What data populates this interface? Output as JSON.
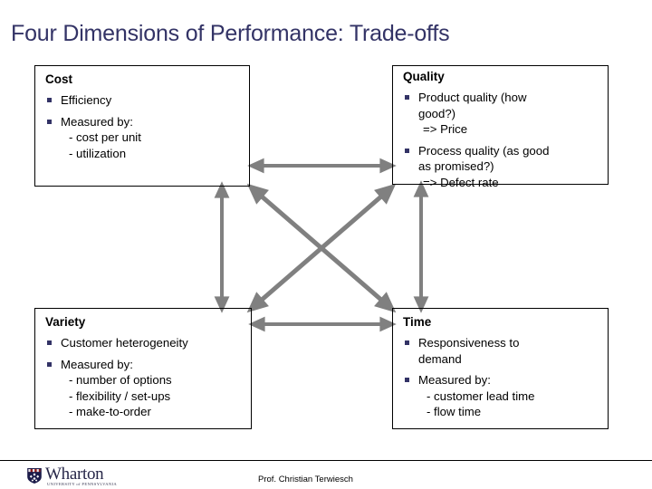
{
  "slide": {
    "title": "Four Dimensions of Performance: Trade-offs"
  },
  "boxes": {
    "cost": {
      "heading": "Cost",
      "bullets": [
        {
          "text": "Efficiency",
          "sublines": []
        },
        {
          "text": "Measured by:",
          "sublines": [
            "- cost per unit",
            "- utilization"
          ]
        }
      ]
    },
    "quality": {
      "heading": "Quality",
      "bullets": [
        {
          "text": "Product quality (how",
          "continuation": "good?)",
          "arrow_note": "=> Price",
          "sublines": []
        },
        {
          "text": "Process quality (as good",
          "continuation": "as promised?)",
          "arrow_note": "=> Defect rate",
          "sublines": []
        }
      ]
    },
    "variety": {
      "heading": "Variety",
      "bullets": [
        {
          "text": "Customer heterogeneity",
          "sublines": []
        },
        {
          "text": "Measured by:",
          "sublines": [
            "- number of options",
            "- flexibility / set-ups",
            "- make-to-order"
          ]
        }
      ]
    },
    "time": {
      "heading": "Time",
      "bullets": [
        {
          "text": "Responsiveness to",
          "continuation": "demand",
          "sublines": []
        },
        {
          "text": "Measured by:",
          "sublines": [
            "-  customer lead time",
            "-  flow time"
          ]
        }
      ]
    }
  },
  "arrows": {
    "color": "#808080",
    "items": [
      {
        "name": "cost-quality",
        "from": "cost",
        "to": "quality",
        "orientation": "horizontal-top",
        "double_headed": true
      },
      {
        "name": "variety-time",
        "from": "variety",
        "to": "time",
        "orientation": "horizontal-bottom",
        "double_headed": true
      },
      {
        "name": "cost-variety",
        "from": "cost",
        "to": "variety",
        "orientation": "vertical-left",
        "double_headed": true
      },
      {
        "name": "quality-time",
        "from": "quality",
        "to": "time",
        "orientation": "vertical-right",
        "double_headed": true
      },
      {
        "name": "cost-time",
        "from": "cost",
        "to": "time",
        "orientation": "diagonal-down-right",
        "double_headed": true
      },
      {
        "name": "quality-variety",
        "from": "quality",
        "to": "variety",
        "orientation": "diagonal-down-left",
        "double_headed": true
      }
    ]
  },
  "footer": {
    "logo_word": "Wharton",
    "logo_sub": "UNIVERSITY of PENNSYLVANIA",
    "author": "Prof. Christian Terwiesch"
  },
  "colors": {
    "title": "#333366",
    "bullet": "#333366",
    "arrow": "#808080",
    "border": "#000000",
    "crest_navy": "#1b1b4a",
    "crest_red": "#8c1a1a"
  }
}
